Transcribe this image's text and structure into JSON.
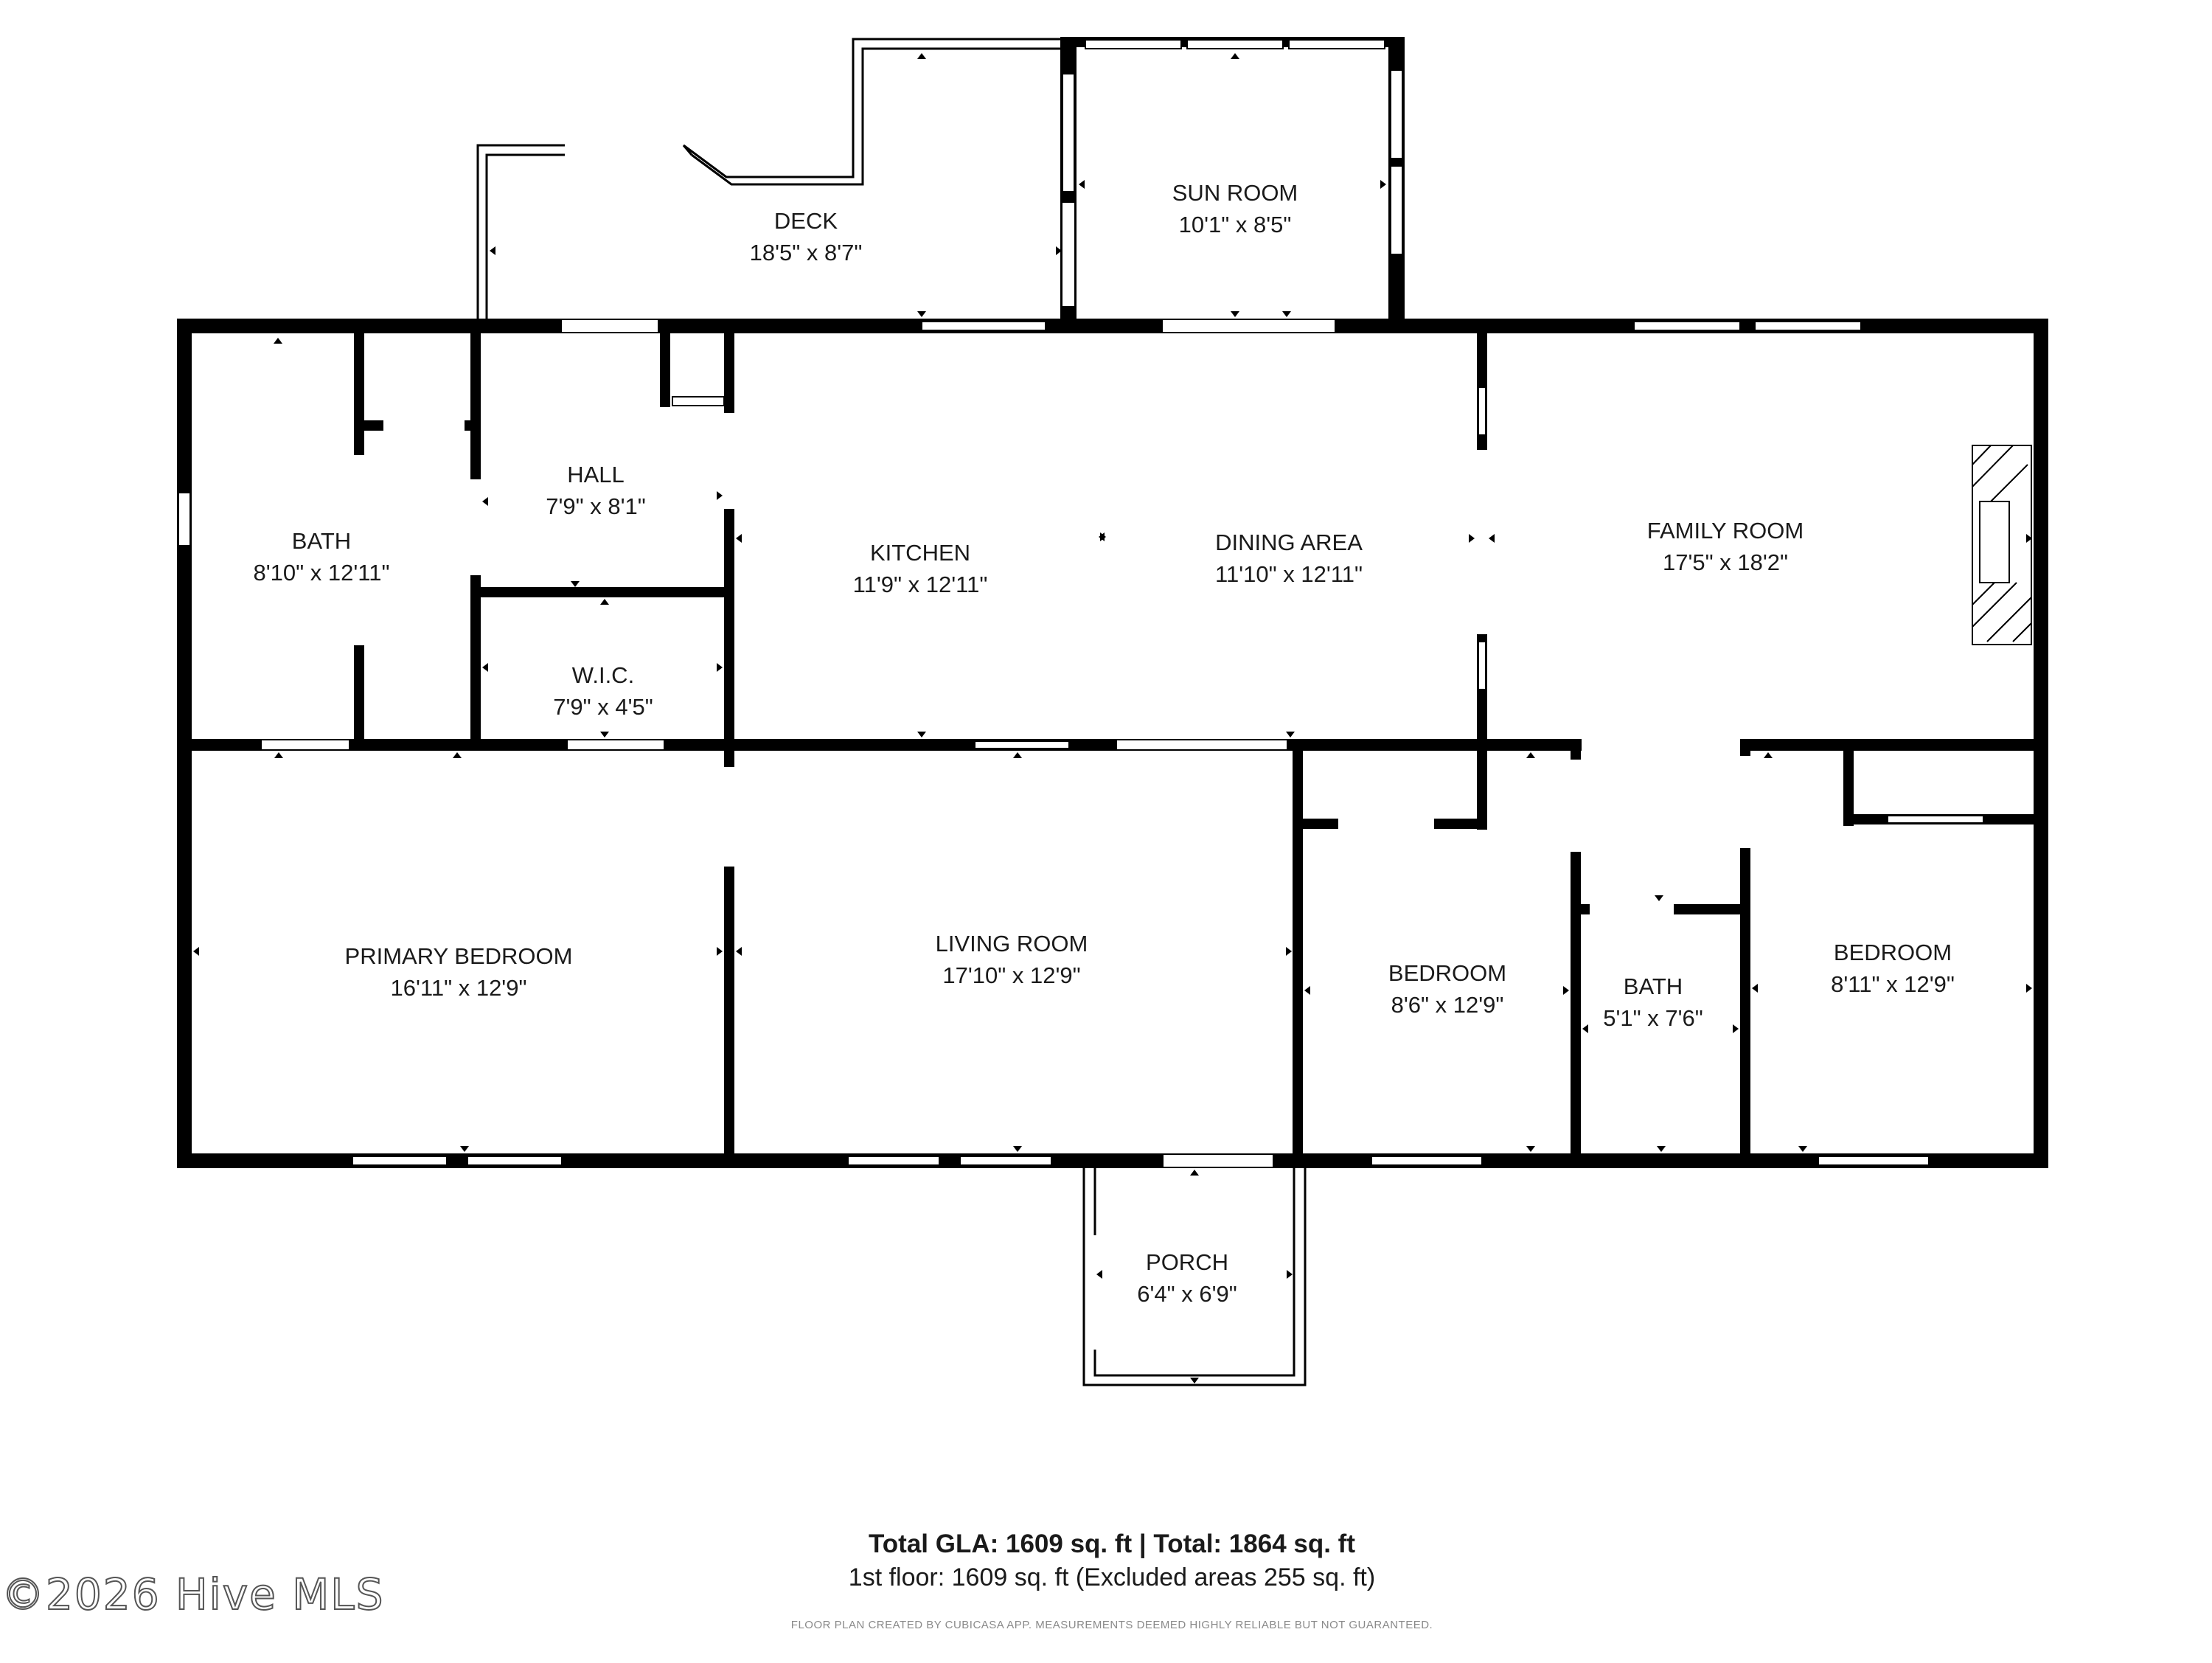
{
  "rooms": {
    "deck": {
      "name": "DECK",
      "dims": "18'5\" x 8'7\""
    },
    "sun_room": {
      "name": "SUN ROOM",
      "dims": "10'1\" x 8'5\""
    },
    "bath_primary": {
      "name": "BATH",
      "dims": "8'10\" x 12'11\""
    },
    "hall": {
      "name": "HALL",
      "dims": "7'9\" x 8'1\""
    },
    "wic": {
      "name": "W.I.C.",
      "dims": "7'9\" x 4'5\""
    },
    "kitchen": {
      "name": "KITCHEN",
      "dims": "11'9\" x 12'11\""
    },
    "dining": {
      "name": "DINING AREA",
      "dims": "11'10\" x 12'11\""
    },
    "family": {
      "name": "FAMILY ROOM",
      "dims": "17'5\" x 18'2\""
    },
    "primary_bedroom": {
      "name": "PRIMARY BEDROOM",
      "dims": "16'11\" x 12'9\""
    },
    "living": {
      "name": "LIVING ROOM",
      "dims": "17'10\" x 12'9\""
    },
    "bedroom_2": {
      "name": "BEDROOM",
      "dims": "8'6\" x 12'9\""
    },
    "bath_2": {
      "name": "BATH",
      "dims": "5'1\" x 7'6\""
    },
    "bedroom_3": {
      "name": "BEDROOM",
      "dims": "8'11\" x 12'9\""
    },
    "porch": {
      "name": "PORCH",
      "dims": "6'4\" x 6'9\""
    }
  },
  "summary": {
    "total_line": "Total GLA: 1609 sq. ft | Total: 1864 sq. ft",
    "floor_line": "1st floor: 1609 sq. ft (Excluded areas 255 sq. ft)",
    "disclaimer": "FLOOR PLAN CREATED BY CUBICASA APP. MEASUREMENTS DEEMED HIGHLY RELIABLE BUT NOT GUARANTEED."
  },
  "watermark": "©2026 Hive MLS"
}
